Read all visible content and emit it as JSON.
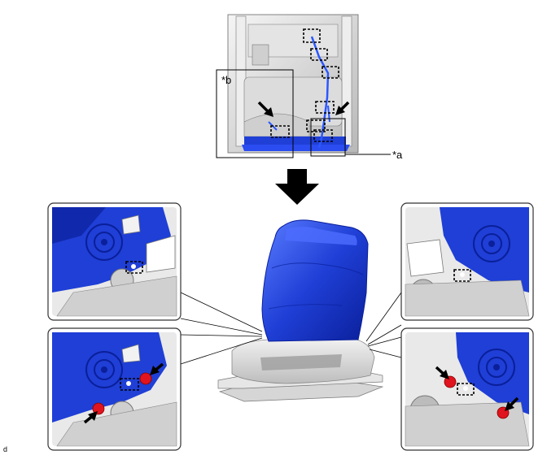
{
  "callouts": {
    "a": "*a",
    "b": "*b"
  },
  "figure_ref": "d",
  "colors": {
    "seat_blue": "#1f3fd6",
    "seat_blue_dark": "#0a1f9a",
    "frame_gray": "#d9d9d9",
    "clip_red": "#e0141e",
    "panel_border": "#333333"
  },
  "icons": {
    "down_arrow": "down-arrow-icon",
    "pointer_arrow": "pointer-arrow-icon",
    "connector_box": "connector-callout-icon",
    "clip": "red-clip-icon"
  }
}
